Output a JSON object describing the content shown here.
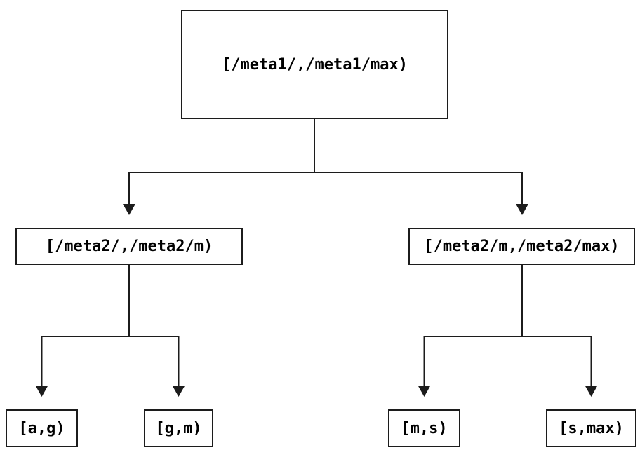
{
  "diagram": {
    "type": "tree",
    "background": "#ffffff",
    "line_color": "#1c1c1c",
    "text_color": "#000000",
    "nodes": {
      "root": {
        "label": "[/meta1/,/meta1/max)"
      },
      "meta2_left": {
        "label": "[/meta2/,/meta2/m)"
      },
      "meta2_right": {
        "label": "[/meta2/m,/meta2/max)"
      },
      "leaf_ag": {
        "label": "[a,g)"
      },
      "leaf_gm": {
        "label": "[g,m)"
      },
      "leaf_ms": {
        "label": "[m,s)"
      },
      "leaf_smax": {
        "label": "[s,max)"
      }
    },
    "edges": [
      {
        "from": "root",
        "to": "meta2_left"
      },
      {
        "from": "root",
        "to": "meta2_right"
      },
      {
        "from": "meta2_left",
        "to": "leaf_ag"
      },
      {
        "from": "meta2_left",
        "to": "leaf_gm"
      },
      {
        "from": "meta2_right",
        "to": "leaf_ms"
      },
      {
        "from": "meta2_right",
        "to": "leaf_smax"
      }
    ]
  }
}
